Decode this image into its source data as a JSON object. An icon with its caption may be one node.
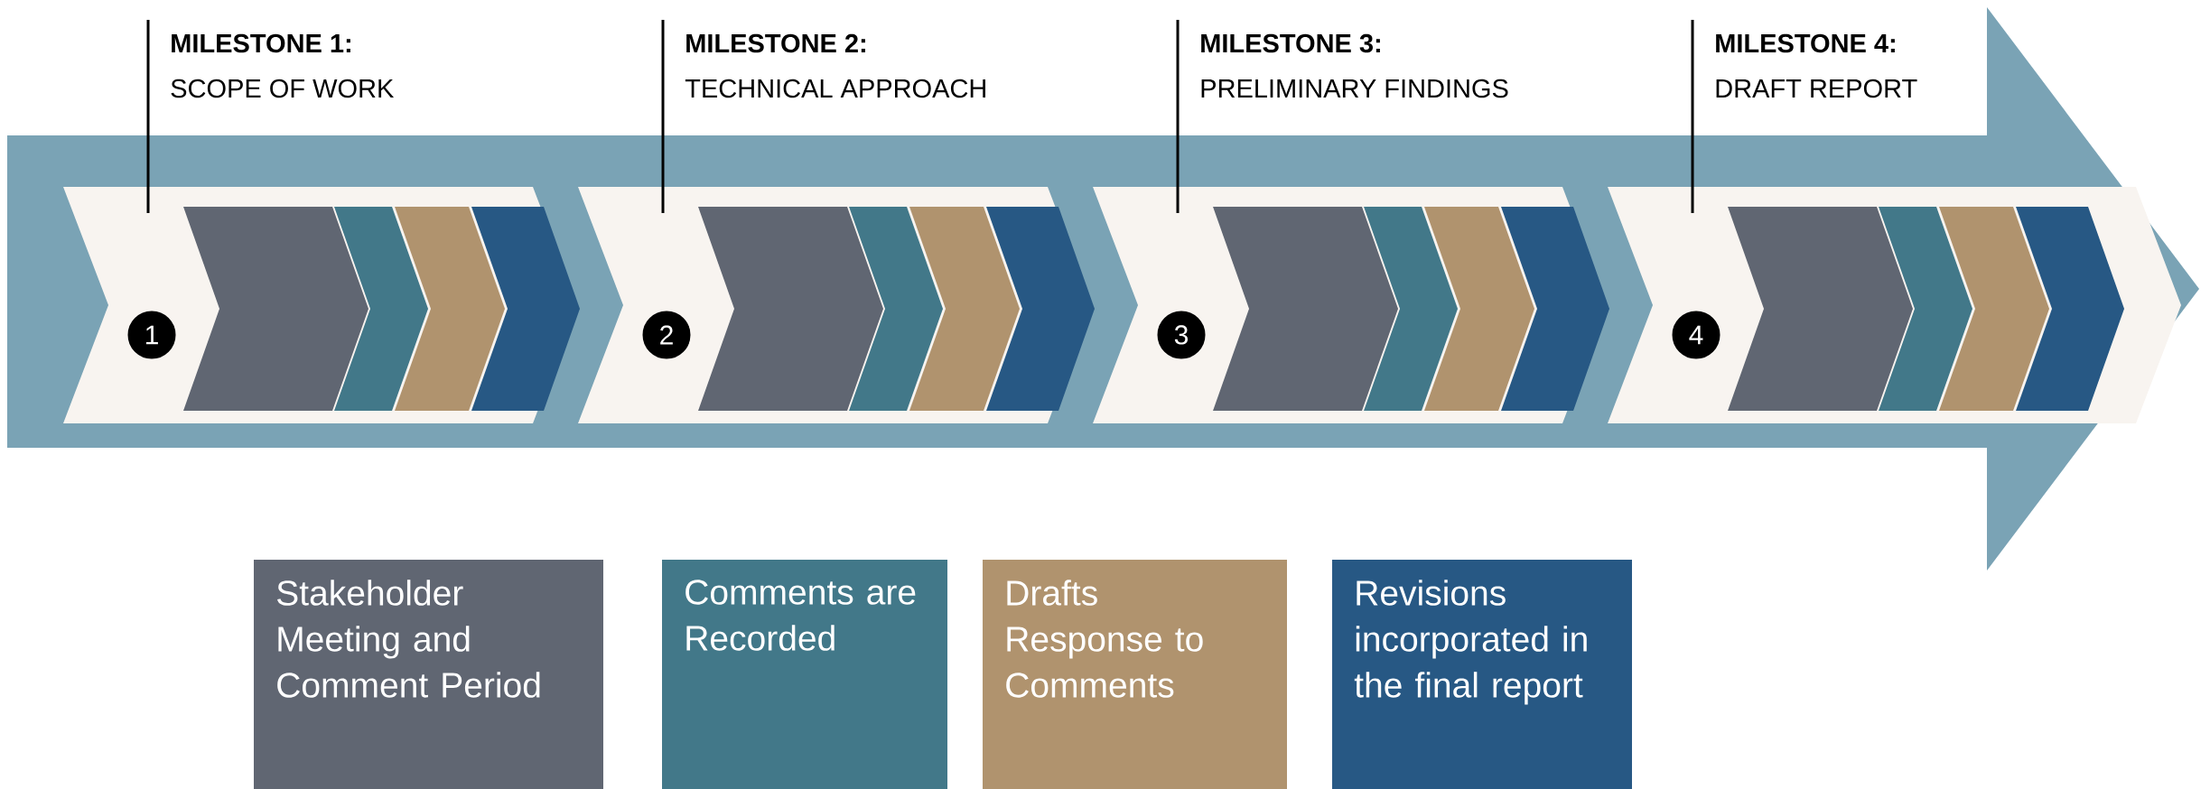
{
  "diagram": {
    "nodes": [
      {
        "text": [
          "1"
        ],
        "beside": [
          "MILESTONE 1:",
          "SCOPE OF WORK"
        ]
      },
      {
        "text": [
          "2"
        ],
        "beside": [
          "MILESTONE 2:",
          "TECHNICAL APPROACH"
        ]
      },
      {
        "text": [
          "3"
        ],
        "beside": [
          "MILESTONE 3:",
          "PRELIMINARY FINDINGS"
        ]
      },
      {
        "text": [
          "4"
        ],
        "beside": [
          "MILESTONE 4:",
          "DRAFT REPORT"
        ]
      }
    ],
    "legend": [
      {
        "text": "Stakeholder Meeting and Comment Period",
        "color": "#606672"
      },
      {
        "text": "Comments are Recorded",
        "color": "#427889"
      },
      {
        "text": "Drafts Response to Comments",
        "color": "#b0936e"
      },
      {
        "text": "Revisions incorporated in the final report",
        "color": "#275884"
      }
    ]
  }
}
